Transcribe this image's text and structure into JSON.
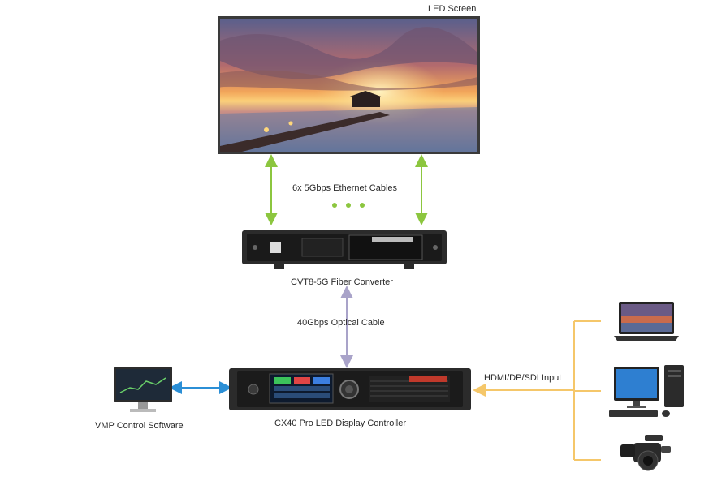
{
  "labels": {
    "led_screen": "LED Screen",
    "ethernet_cables": "6x 5Gbps Ethernet Cables",
    "fiber_converter": "CVT8-5G Fiber Converter",
    "optical_cable": "40Gbps Optical Cable",
    "controller": "CX40 Pro LED Display Controller",
    "vmp_software": "VMP Control Software",
    "inputs": "HDMI/DP/SDI Input"
  },
  "colors": {
    "ethernet_arrow": "#8cc63f",
    "optical_arrow": "#a9a3c9",
    "control_arrow": "#2b8fd6",
    "input_line": "#f5c76a"
  },
  "icons": {
    "screen": "led-screen-sunset-image",
    "converter": "rack-fiber-converter",
    "controller": "rack-led-controller",
    "monitor": "monitor-icon",
    "laptop": "laptop-icon",
    "desktop": "desktop-pc-icon",
    "camera": "video-camera-icon"
  }
}
